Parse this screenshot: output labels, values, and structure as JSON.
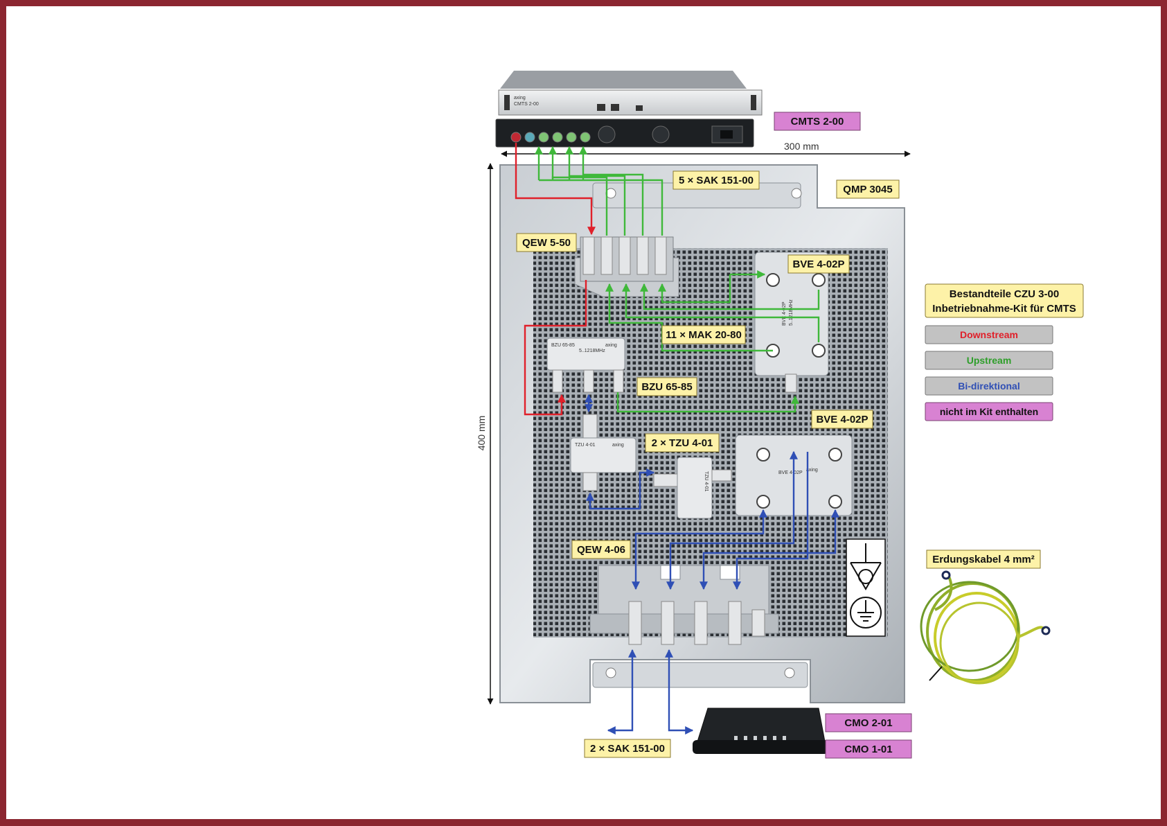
{
  "colors": {
    "frame": "#8b2630",
    "downstream": "#e0202a",
    "upstream": "#3fb83a",
    "bidirectional": "#2f4fb5",
    "label_yellow": "#fdf2a8",
    "label_pink": "#d882d2",
    "legend_gray": "#c2c2c2",
    "brand_green": "#2aa88a"
  },
  "devices": {
    "cmts": "CMTS 2-00",
    "sak_top": "5 × SAK 151-00",
    "qmp": "QMP 3045",
    "qew_top": "QEW 5-50",
    "bve_upper": "BVE 4-02P",
    "mak": "11 × MAK 20-80",
    "bzu": "BZU 65-85",
    "bve_lower": "BVE 4-02P",
    "tzu": "2 × TZU 4-01",
    "qew_bottom": "QEW 4-06",
    "cmo_201": "CMO 2-01",
    "cmo_101": "CMO 1-01",
    "sak_bottom": "2 × SAK 151-00"
  },
  "dimensions": {
    "width": "300 mm",
    "height": "400 mm"
  },
  "legend": {
    "title_line1": "Bestandteile CZU 3-00",
    "title_line2": "Inbetriebnahme-Kit für CMTS",
    "downstream": "Downstream",
    "upstream": "Upstream",
    "bidirectional": "Bi-direktional",
    "not_in_kit": "nicht im Kit enthalten"
  },
  "ground_cable": "Erdungskabel 4 mm²",
  "panel_prints": {
    "cmts_model": "CMTS 2-00",
    "bzu_model": "BZU 65-85",
    "bzu_freq": "5..1218MHz",
    "bve_model": "BVE 4-02P",
    "bve_freq": "5..1218MHz",
    "tzu_model": "TZU 4-01",
    "brand": "axing"
  }
}
